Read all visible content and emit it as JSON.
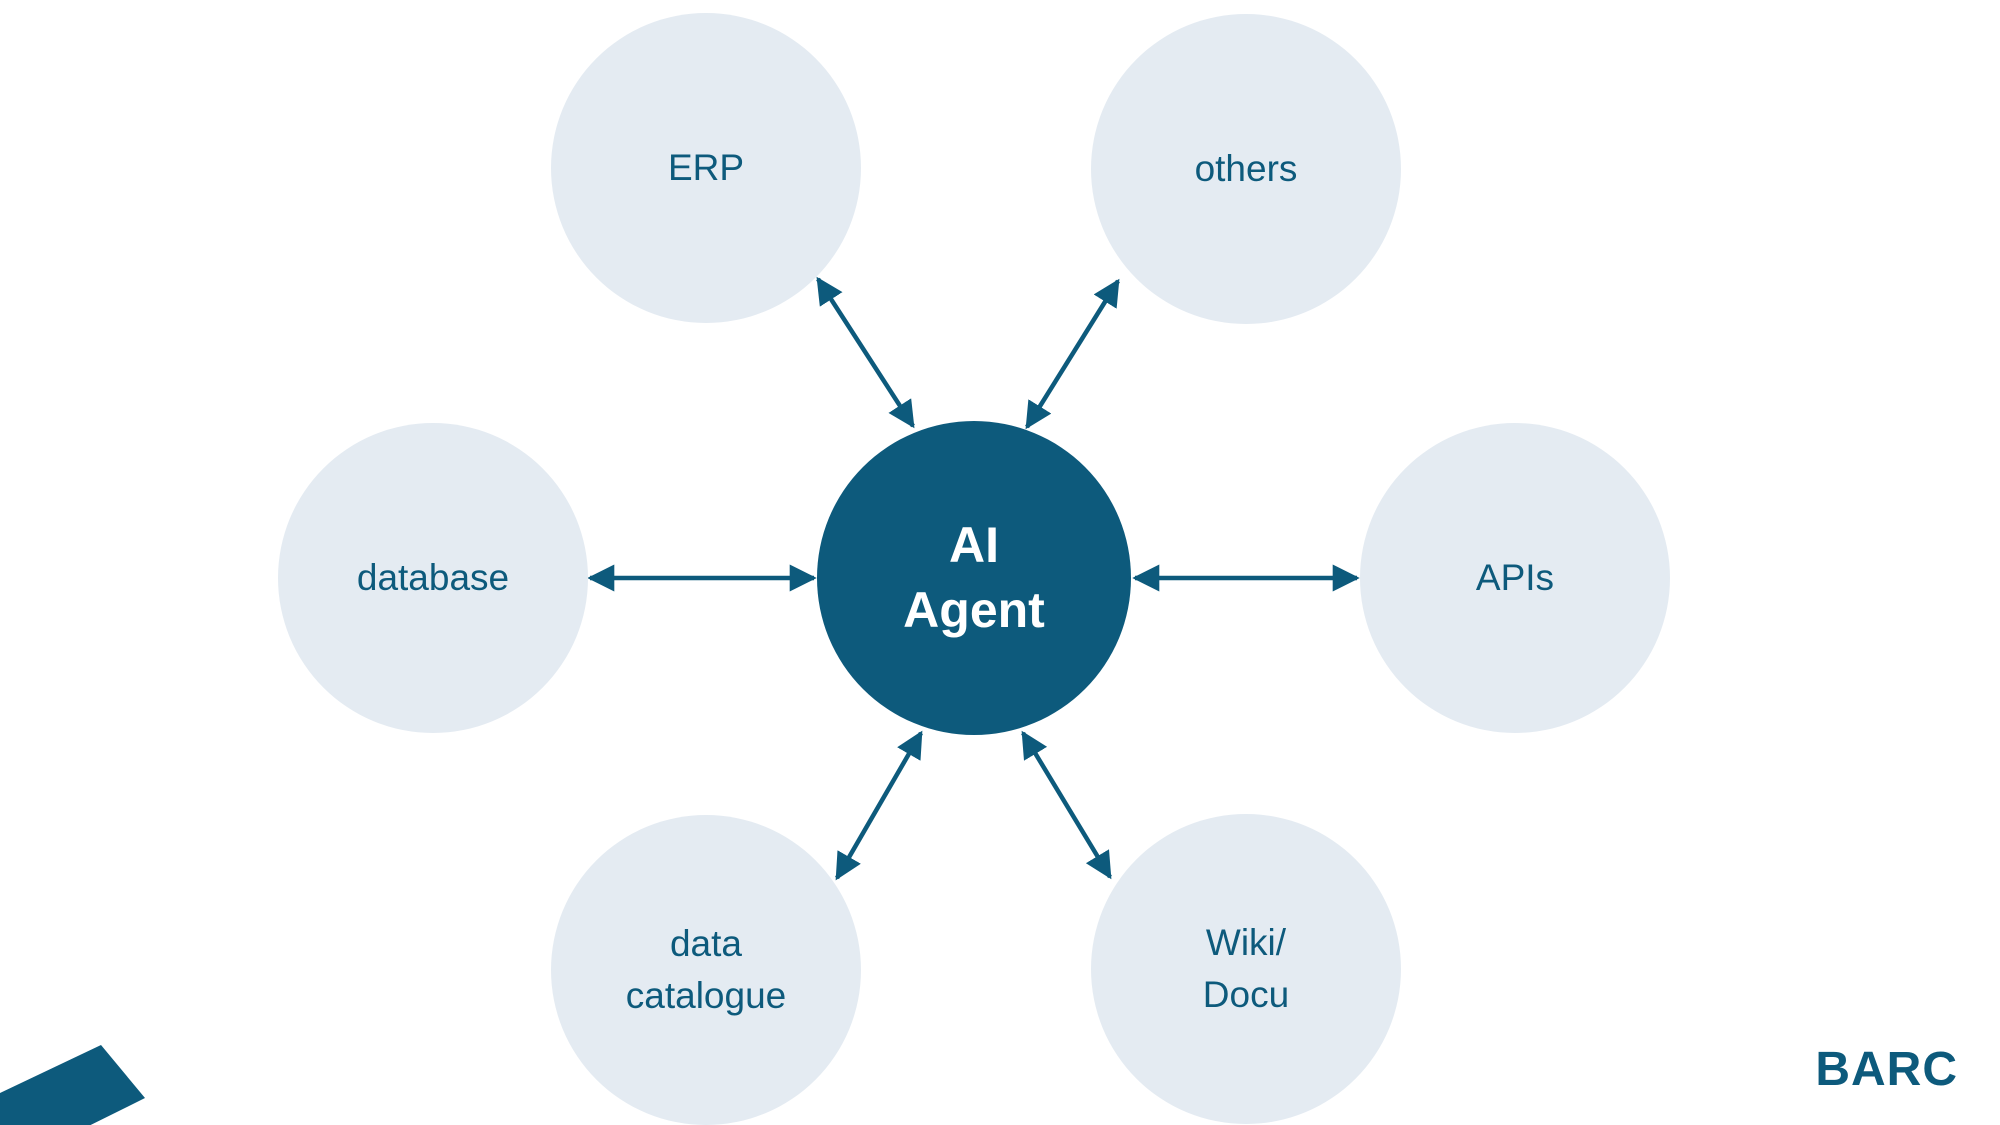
{
  "colors": {
    "accent": "#0d5a7c",
    "node-fill": "#e4ebf2",
    "node-text": "#0d5a7c",
    "center-text": "#ffffff"
  },
  "center": {
    "label": "AI\nAgent"
  },
  "nodes": [
    {
      "id": "erp",
      "label": "ERP"
    },
    {
      "id": "others",
      "label": "others"
    },
    {
      "id": "database",
      "label": "database"
    },
    {
      "id": "apis",
      "label": "APIs"
    },
    {
      "id": "data-catalogue",
      "label": "data\ncatalogue"
    },
    {
      "id": "wiki-docu",
      "label": "Wiki/\nDocu"
    }
  ],
  "logo": {
    "text": "BARC"
  }
}
